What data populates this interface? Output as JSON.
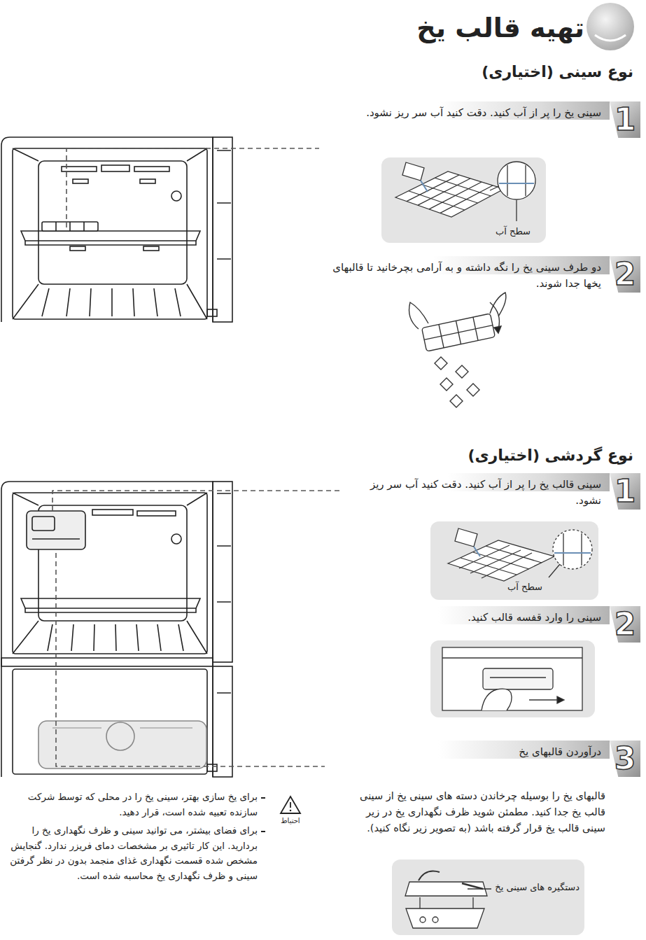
{
  "diagram": {
    "title": "تهیه قالب یخ",
    "nodes": [
      {
        "text": [
          "1",
          "سینی یخ را پر از آب کنید. دقت کنید آب سر ریز نشود."
        ]
      },
      {
        "text": [
          "سطح آب"
        ]
      },
      {
        "text": [
          "2",
          "دو طرف سینی یخ را نگه داشته و به آرامی بچرخانید تا قالبهای یخها جدا شوند."
        ]
      },
      {
        "text": [
          "1",
          "سینی قالب یخ را پر از آب کنید. دقت کنید آب سر ریز نشود."
        ]
      },
      {
        "text": [
          "سطح آب"
        ]
      },
      {
        "text": [
          "2",
          "سینی را وارد قفسه قالب کنید."
        ]
      },
      {
        "text": [
          "3",
          "درآوردن قالبهای یخ"
        ]
      },
      {
        "text": [
          "دستگیره های سینی یخ"
        ]
      }
    ],
    "labels": [
      "نوع سینی (اختیاری)",
      "نوع گردشی (اختیاری)",
      "قالبهای یخ را بوسیله چرخاندن دسته های سینی یخ از سینی قالب یخ جدا کنید. مطمئن شوید ظرف نگهداری یخ در زیر سینی قالب یخ قرار گرفته باشد (به تصویر زیر نگاه کنید).",
      "احتیاط",
      "برای یخ سازی بهتر، سینی یخ را در محلی که توسط شرکت سازنده تعبیه شده است، قرار دهید.",
      "برای فضای بیشتر، می توانید سینی و ظرف نگهداری یخ را بردارید. این کار تاثیری بر مشخصات دمای فریزر ندارد. گنجایش مشخص شده قسمت نگهداری غذای منجمد بدون در نظر گرفتن سینی و ظرف نگهداری یخ محاسبه شده است."
    ]
  }
}
